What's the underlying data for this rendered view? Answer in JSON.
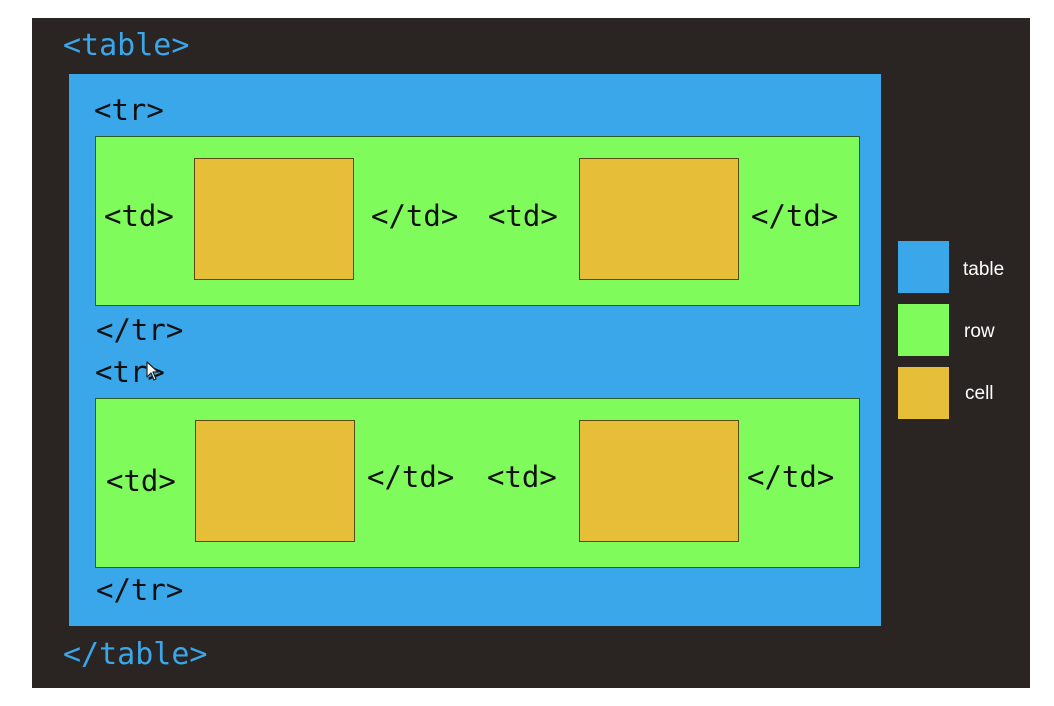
{
  "diagram": {
    "table_open": "<table>",
    "table_close": "</table>",
    "rows": [
      {
        "open": "<tr>",
        "close": "</tr>",
        "cells": [
          {
            "open": "<td>",
            "close": "</td>"
          },
          {
            "open": "<td>",
            "close": "</td>"
          }
        ]
      },
      {
        "open": "<tr>",
        "close": "</tr>",
        "cells": [
          {
            "open": "<td>",
            "close": "</td>"
          },
          {
            "open": "<td>",
            "close": "</td>"
          }
        ]
      }
    ]
  },
  "legend": [
    {
      "label": "table",
      "color": "#3aa7ea"
    },
    {
      "label": "row",
      "color": "#80fb5c"
    },
    {
      "label": "cell",
      "color": "#e6be38"
    }
  ],
  "colors": {
    "background": "#2a2522",
    "table": "#3aa7ea",
    "row": "#80fb5c",
    "cell": "#e6be38"
  }
}
